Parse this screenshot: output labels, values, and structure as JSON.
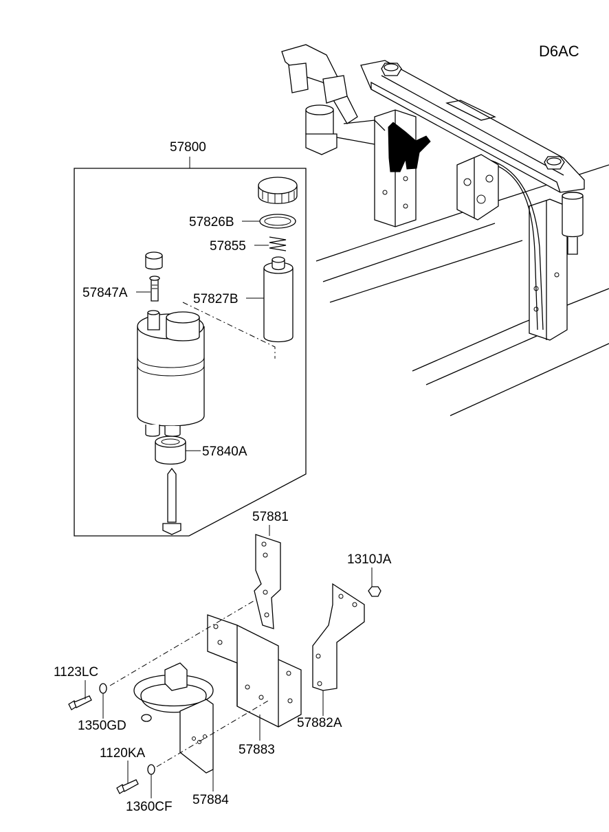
{
  "diagram": {
    "code": "D6AC",
    "labels": {
      "p57800": "57800",
      "p57826B": "57826B",
      "p57855": "57855",
      "p57847A": "57847A",
      "p57827B": "57827B",
      "p57840A": "57840A",
      "p57881": "57881",
      "p1310JA": "1310JA",
      "p1123LC": "1123LC",
      "p1350GD": "1350GD",
      "p57883": "57883",
      "p57882A": "57882A",
      "p1120KA": "1120KA",
      "p1360CF": "1360CF",
      "p57884": "57884"
    }
  }
}
